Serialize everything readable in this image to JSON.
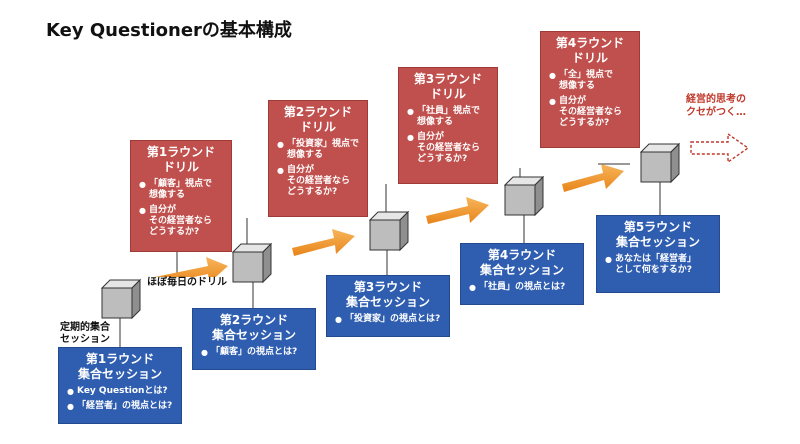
{
  "title": "Key Questionerの基本構成",
  "drills": [
    {
      "title": "第1ラウンド\nドリル",
      "items": [
        "「顧客」視点で\n想像する",
        "自分が\nその経営者なら\nどうするか?"
      ]
    },
    {
      "title": "第2ラウンド\nドリル",
      "items": [
        "「投資家」視点で\n想像する",
        "自分が\nその経営者なら\nどうするか?"
      ]
    },
    {
      "title": "第3ラウンド\nドリル",
      "items": [
        "「社員」視点で\n想像する",
        "自分が\nその経営者なら\nどうするか?"
      ]
    },
    {
      "title": "第4ラウンド\nドリル",
      "items": [
        "「全」視点で\n想像する",
        "自分が\nその経営者なら\nどうするか?"
      ]
    }
  ],
  "sessions": [
    {
      "title": "第1ラウンド\n集合セッション",
      "items": [
        "Key Questionとは?",
        "「経営者」の視点とは?"
      ]
    },
    {
      "title": "第2ラウンド\n集合セッション",
      "items": [
        "「顧客」の視点とは?"
      ]
    },
    {
      "title": "第3ラウンド\n集合セッション",
      "items": [
        "「投資家」の視点とは?"
      ]
    },
    {
      "title": "第4ラウンド\n集合セッション",
      "items": [
        "「社員」の視点とは?"
      ]
    },
    {
      "title": "第5ラウンド\n集合セッション",
      "items": [
        "あなたは「経営者」\nとして何をするか?"
      ]
    }
  ],
  "labels": {
    "regular_session": "定期的集合\nセッション",
    "daily_drill": "ほぼ毎日のドリル",
    "outcome": "経営的思考の\nクセがつく…"
  },
  "colors": {
    "drill_red": "#c0504d",
    "session_blue": "#2f5eb1",
    "arrow_orange": "#f39a2b",
    "outcome_red": "#c0392b"
  }
}
